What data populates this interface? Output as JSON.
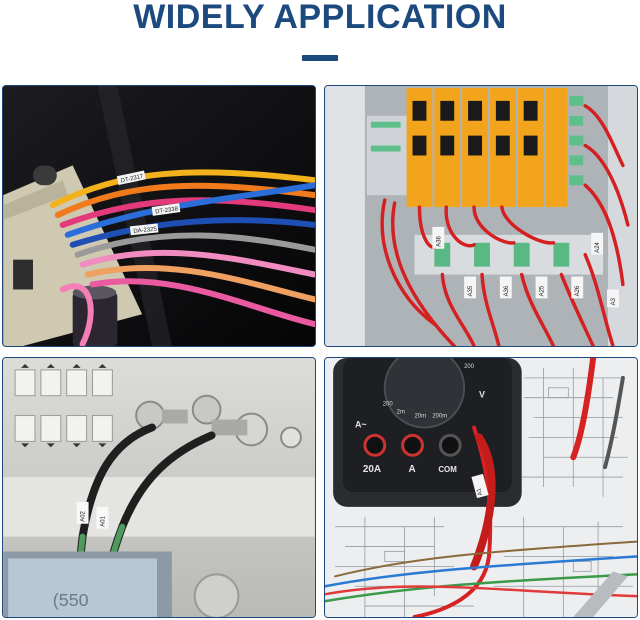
{
  "header": {
    "title": "WIDELY APPLICATION",
    "accent_color": "#1d4a7e"
  },
  "panels": [
    {
      "subject": "circuit-board-wiring",
      "labels": [
        "DT-2317",
        "DT-2338",
        "DA-2325"
      ]
    },
    {
      "subject": "electrical-cabinet-relays",
      "labels": [
        "A36",
        "A35",
        "A36",
        "A25",
        "A26",
        "A24",
        "A3"
      ]
    },
    {
      "subject": "coaxial-cable-instrument",
      "labels": [
        "A02",
        "A01"
      ],
      "screen_text": "(550"
    },
    {
      "subject": "multimeter-schematic",
      "meter_labels": [
        "20A",
        "A",
        "COM",
        "V",
        "A~",
        "200",
        "2m",
        "20m",
        "200m"
      ],
      "probe_label": "A1"
    }
  ]
}
